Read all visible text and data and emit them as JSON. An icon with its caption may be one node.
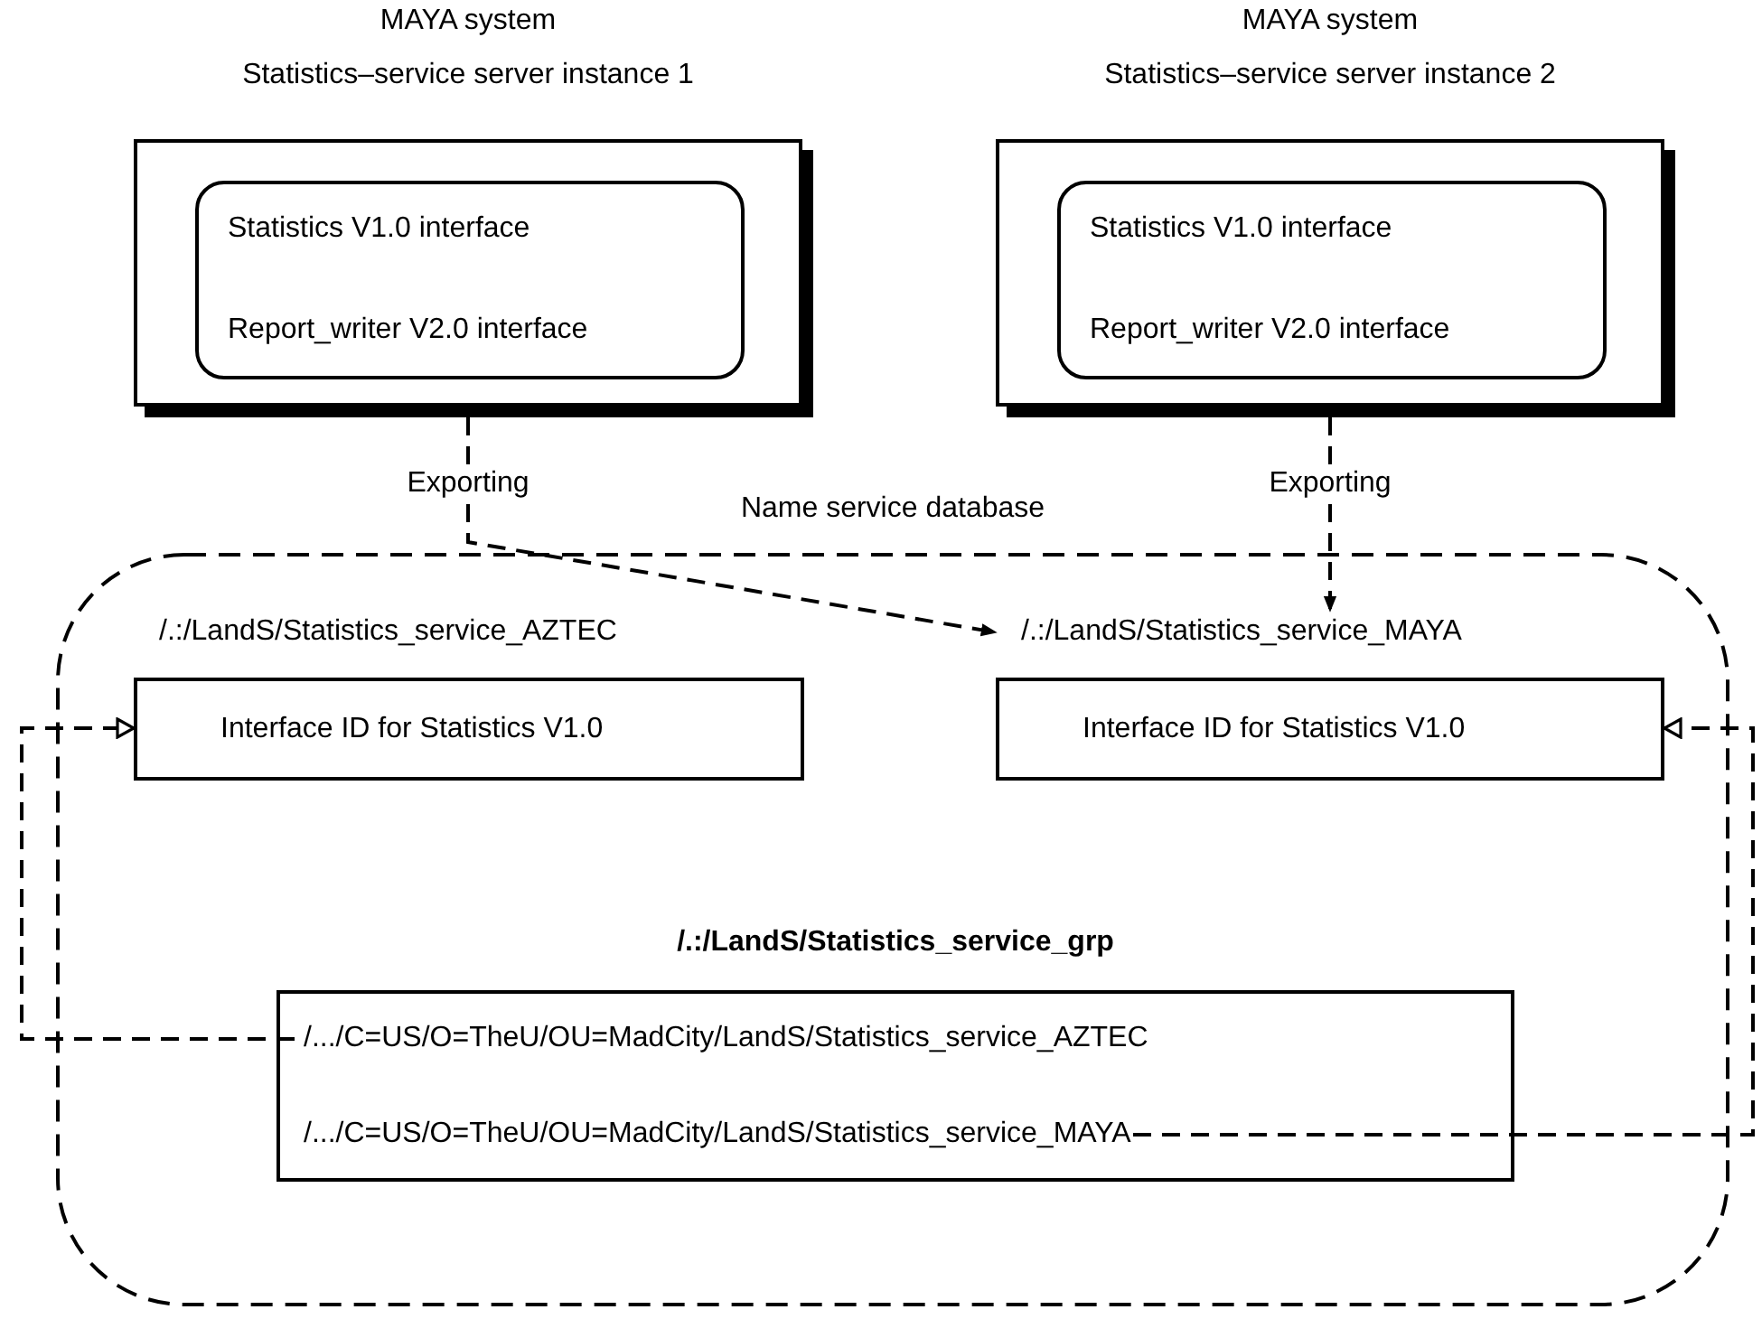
{
  "diagram": {
    "nodes": [
      {
        "text": [
          "MAYA system",
          "Statistics–service server instance 1"
        ]
      },
      {
        "text": [
          "Statistics V1.0 interface",
          "Report_writer V2.0 interface"
        ],
        "in": 0
      },
      {
        "text": [
          "MAYA system",
          "Statistics–service server instance 2"
        ]
      },
      {
        "text": [
          "Statistics V1.0 interface",
          "Report_writer V2.0 interface"
        ],
        "in": 2
      },
      {
        "text": [
          "Name service database"
        ]
      },
      {
        "text": [
          "/.:/LandS/Statistics_service_AZTEC",
          "Interface ID for Statistics V1.0"
        ],
        "in": 4
      },
      {
        "text": [
          "/.:/LandS/Statistics_service_MAYA",
          "Interface ID for Statistics V1.0"
        ],
        "in": 4
      },
      {
        "text": [
          "/.:/LandS/Statistics_service_grp"
        ],
        "in": 4
      },
      {
        "text": [
          "/.../C=US/O=TheU/OU=MadCity/LandS/Statistics_service_AZTEC"
        ],
        "in": 7
      },
      {
        "text": [
          "/.../C=US/O=TheU/OU=MadCity/LandS/Statistics_service_MAYA"
        ],
        "in": 7
      }
    ],
    "edges": [
      {
        "from": 0,
        "to": 6,
        "arrow": "to",
        "label": "Exporting",
        "style": "dashed"
      },
      {
        "from": 2,
        "to": 6,
        "arrow": "to",
        "label": "Exporting",
        "style": "dashed"
      },
      {
        "from": 8,
        "to": 5,
        "arrow": "to",
        "style": "dashed"
      },
      {
        "from": 9,
        "to": 6,
        "arrow": "to",
        "style": "dashed"
      }
    ]
  }
}
